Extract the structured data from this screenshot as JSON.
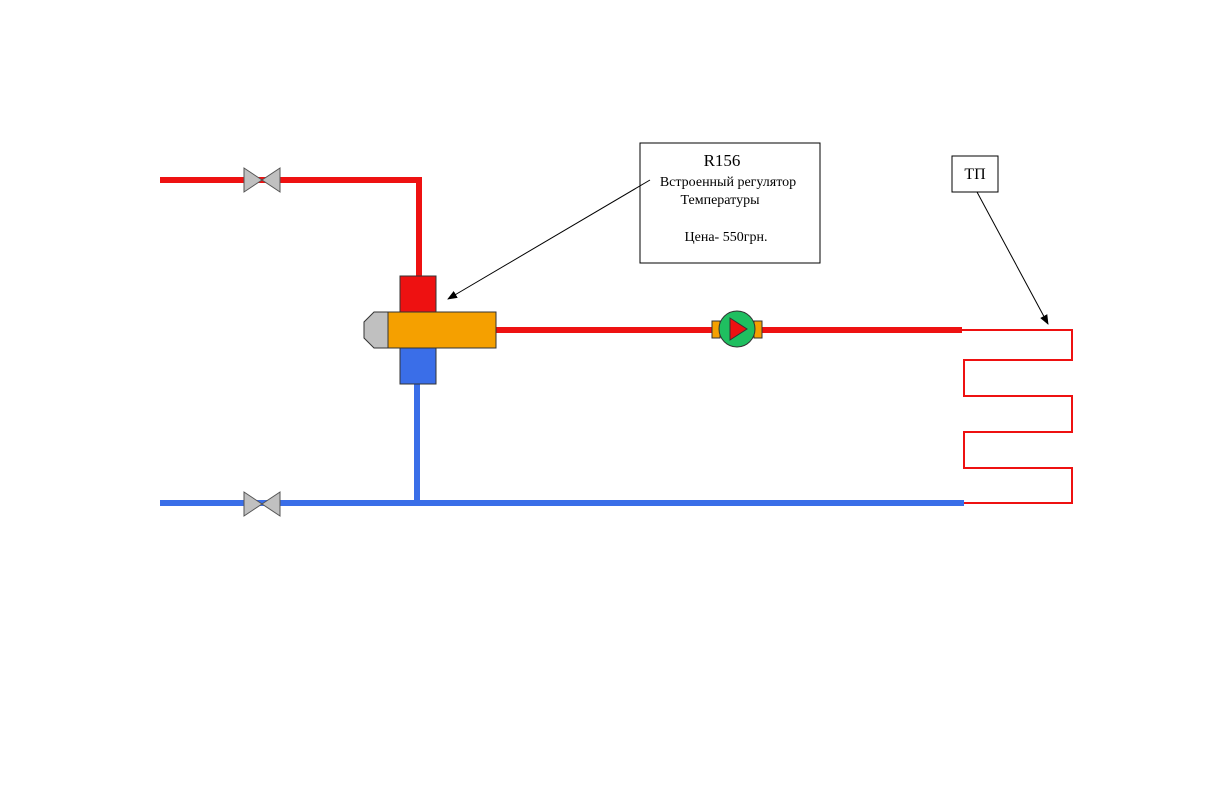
{
  "regulator_callout": {
    "model": "R156",
    "line1": "Встроенный регулятор",
    "line2": "Температуры",
    "price": "Цена- 550грн."
  },
  "floor_heating_label": "ТП",
  "colors": {
    "supply_pipe": "#ee1111",
    "return_pipe": "#3a6ee8",
    "regulator_body": "#f5a000",
    "regulator_head": "#c0c0c0",
    "supply_port": "#ee1111",
    "return_port": "#3a6ee8",
    "pump_body": "#1fbf60",
    "pump_arrow": "#ee1111",
    "pump_flanges": "#f5a000",
    "valve": "#c0c0c0",
    "heating_loop": "#ee1111"
  },
  "icons": [
    "ball-valve-icon",
    "circulation-pump-icon",
    "mixing-regulator-icon"
  ]
}
